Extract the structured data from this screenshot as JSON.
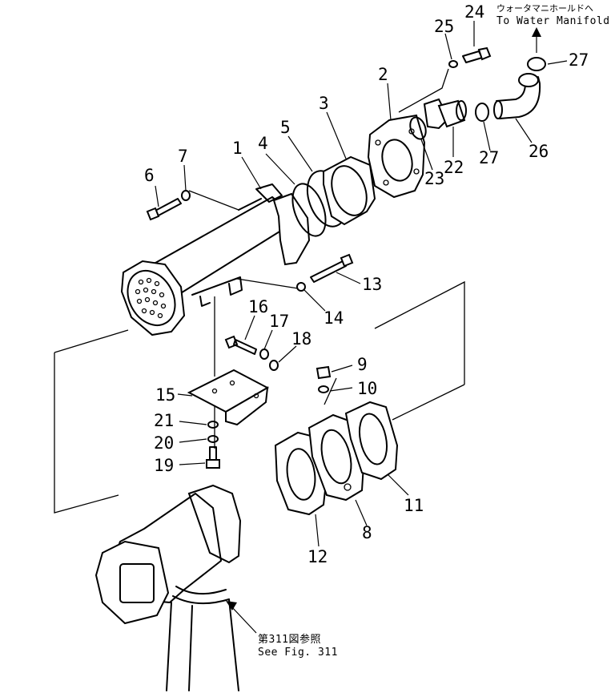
{
  "notes": {
    "water_ja": "ウォータマニホールドへ",
    "water_en": "To Water Manifold",
    "fig_ja": "第311図参照",
    "fig_en": "See Fig. 311"
  },
  "callouts": [
    {
      "id": "1",
      "label": "1"
    },
    {
      "id": "2",
      "label": "2"
    },
    {
      "id": "3",
      "label": "3"
    },
    {
      "id": "4",
      "label": "4"
    },
    {
      "id": "5",
      "label": "5"
    },
    {
      "id": "6",
      "label": "6"
    },
    {
      "id": "7",
      "label": "7"
    },
    {
      "id": "8",
      "label": "8"
    },
    {
      "id": "9",
      "label": "9"
    },
    {
      "id": "10",
      "label": "10"
    },
    {
      "id": "11",
      "label": "11"
    },
    {
      "id": "12",
      "label": "12"
    },
    {
      "id": "13",
      "label": "13"
    },
    {
      "id": "14",
      "label": "14"
    },
    {
      "id": "15",
      "label": "15"
    },
    {
      "id": "16",
      "label": "16"
    },
    {
      "id": "17",
      "label": "17"
    },
    {
      "id": "18",
      "label": "18"
    },
    {
      "id": "19",
      "label": "19"
    },
    {
      "id": "20",
      "label": "20"
    },
    {
      "id": "21",
      "label": "21"
    },
    {
      "id": "22",
      "label": "22"
    },
    {
      "id": "23",
      "label": "23"
    },
    {
      "id": "24",
      "label": "24"
    },
    {
      "id": "25",
      "label": "25"
    },
    {
      "id": "26",
      "label": "26"
    },
    {
      "id": "27a",
      "label": "27"
    },
    {
      "id": "27b",
      "label": "27"
    }
  ]
}
